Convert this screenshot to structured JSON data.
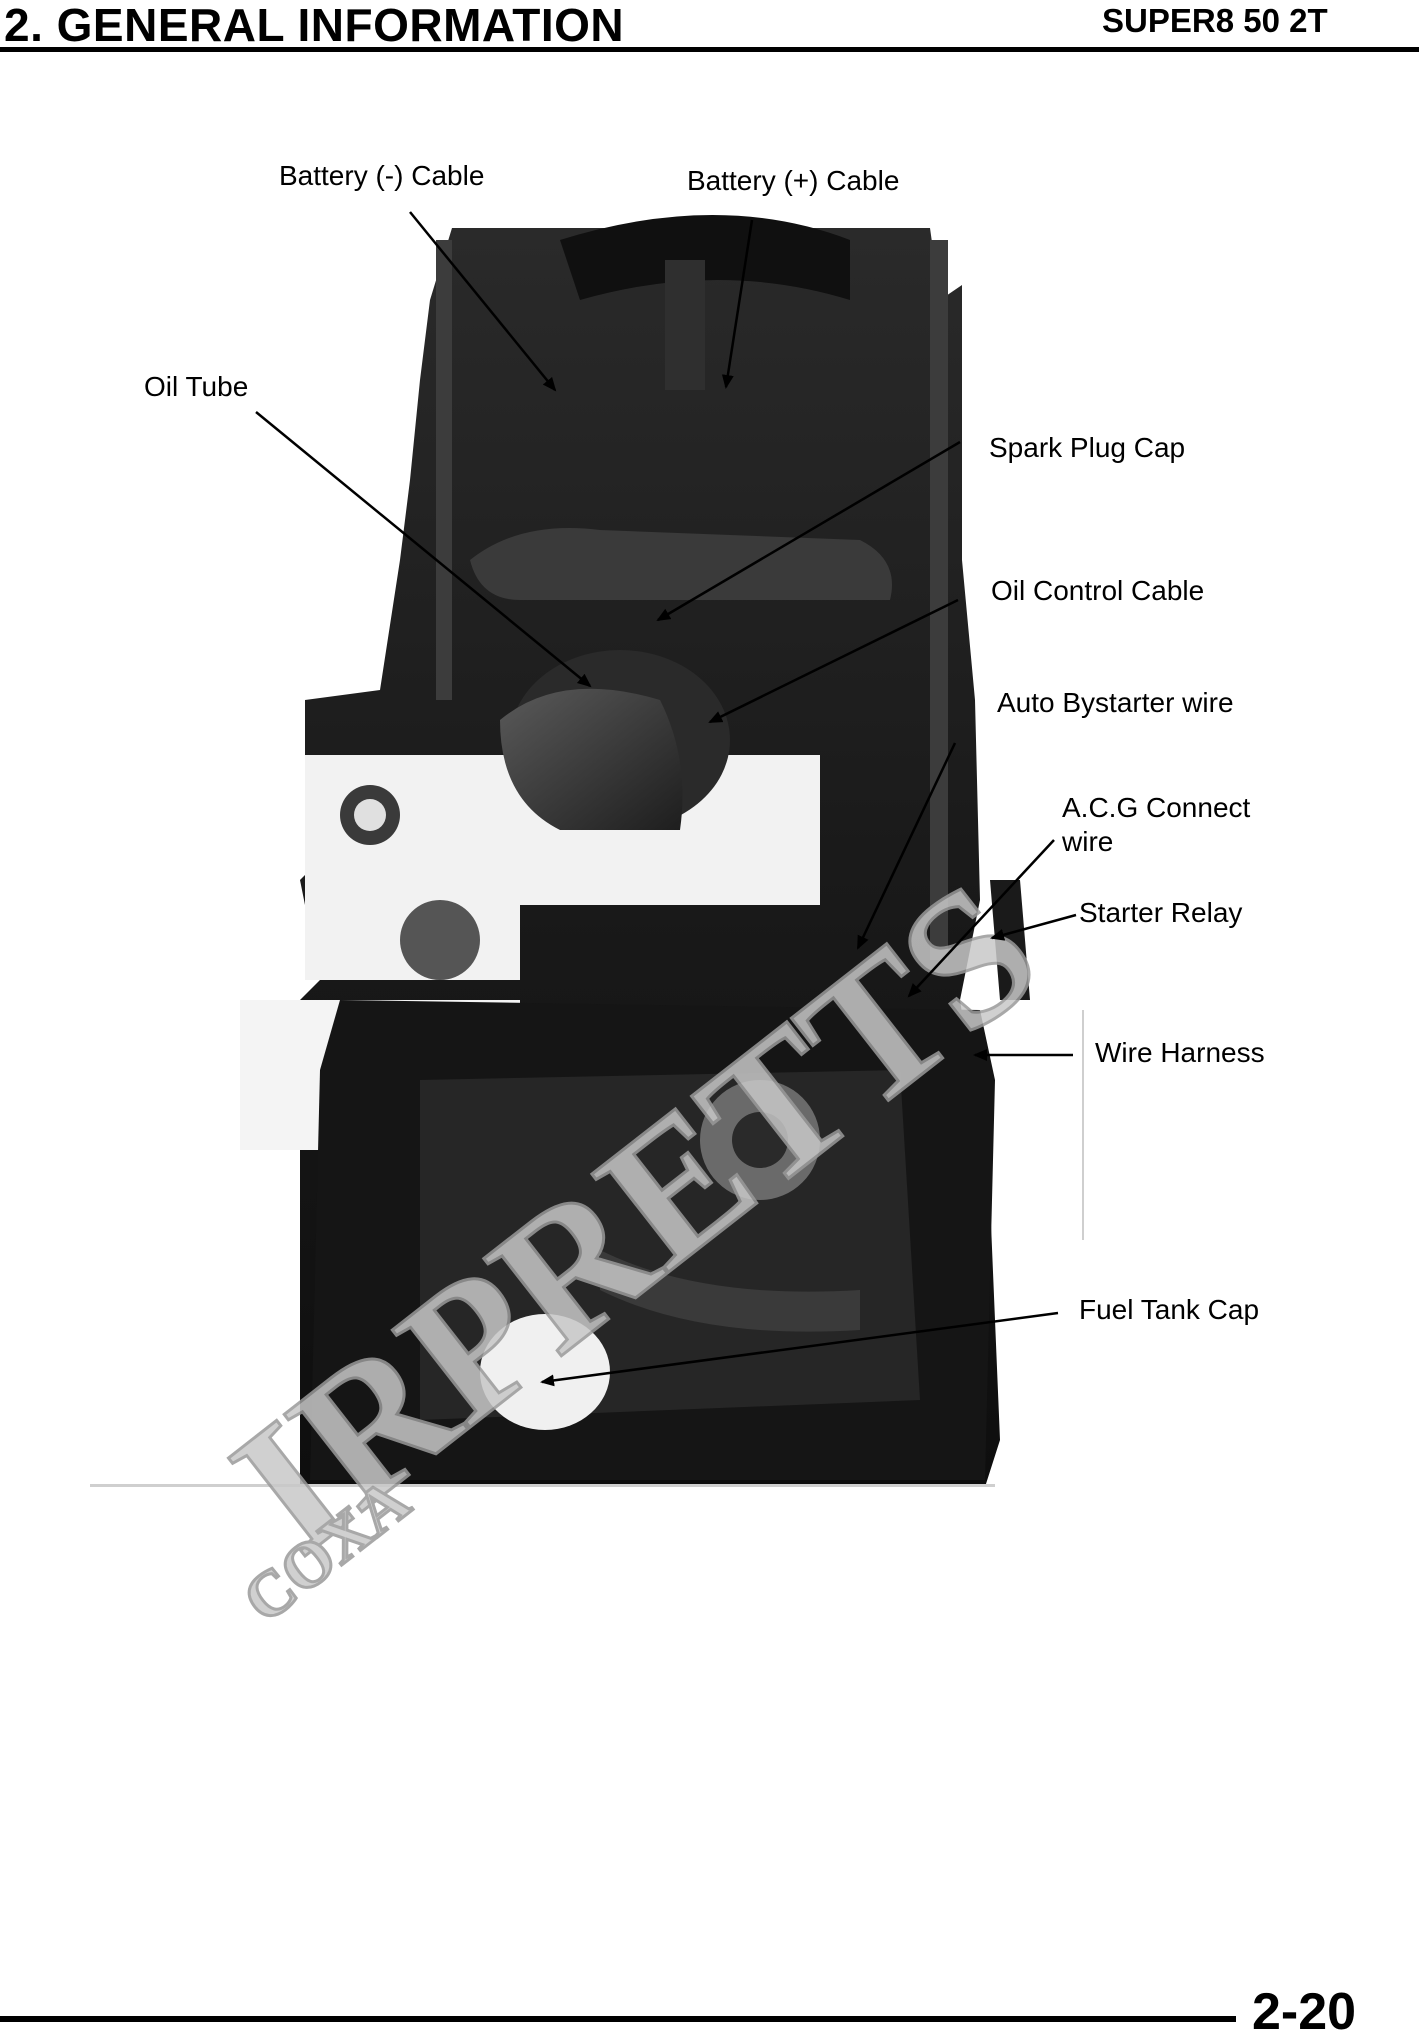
{
  "header": {
    "section_title": "2. GENERAL INFORMATION",
    "model": "SUPER8 50 2T"
  },
  "footer": {
    "page_number": "2-20"
  },
  "figure": {
    "labels": [
      {
        "id": "battery-neg",
        "text": "Battery (-) Cable"
      },
      {
        "id": "battery-pos",
        "text": "Battery (+) Cable"
      },
      {
        "id": "oil-tube",
        "text": "Oil Tube"
      },
      {
        "id": "spark-plug-cap",
        "text": "Spark Plug Cap"
      },
      {
        "id": "oil-control-cable",
        "text": "Oil Control Cable"
      },
      {
        "id": "auto-bystarter-wire",
        "text": "Auto Bystarter wire"
      },
      {
        "id": "acg-connect-wire-1",
        "text": "A.C.G Connect"
      },
      {
        "id": "acg-connect-wire-2",
        "text": "wire"
      },
      {
        "id": "starter-relay",
        "text": "Starter Relay"
      },
      {
        "id": "wire-harness",
        "text": "Wire Harness"
      },
      {
        "id": "fuel-tank-cap",
        "text": "Fuel Tank Cap"
      }
    ]
  },
  "watermark": {
    "text": "IRPRETTS",
    "subtext": "COXA",
    "color": "#b8b8b8"
  }
}
